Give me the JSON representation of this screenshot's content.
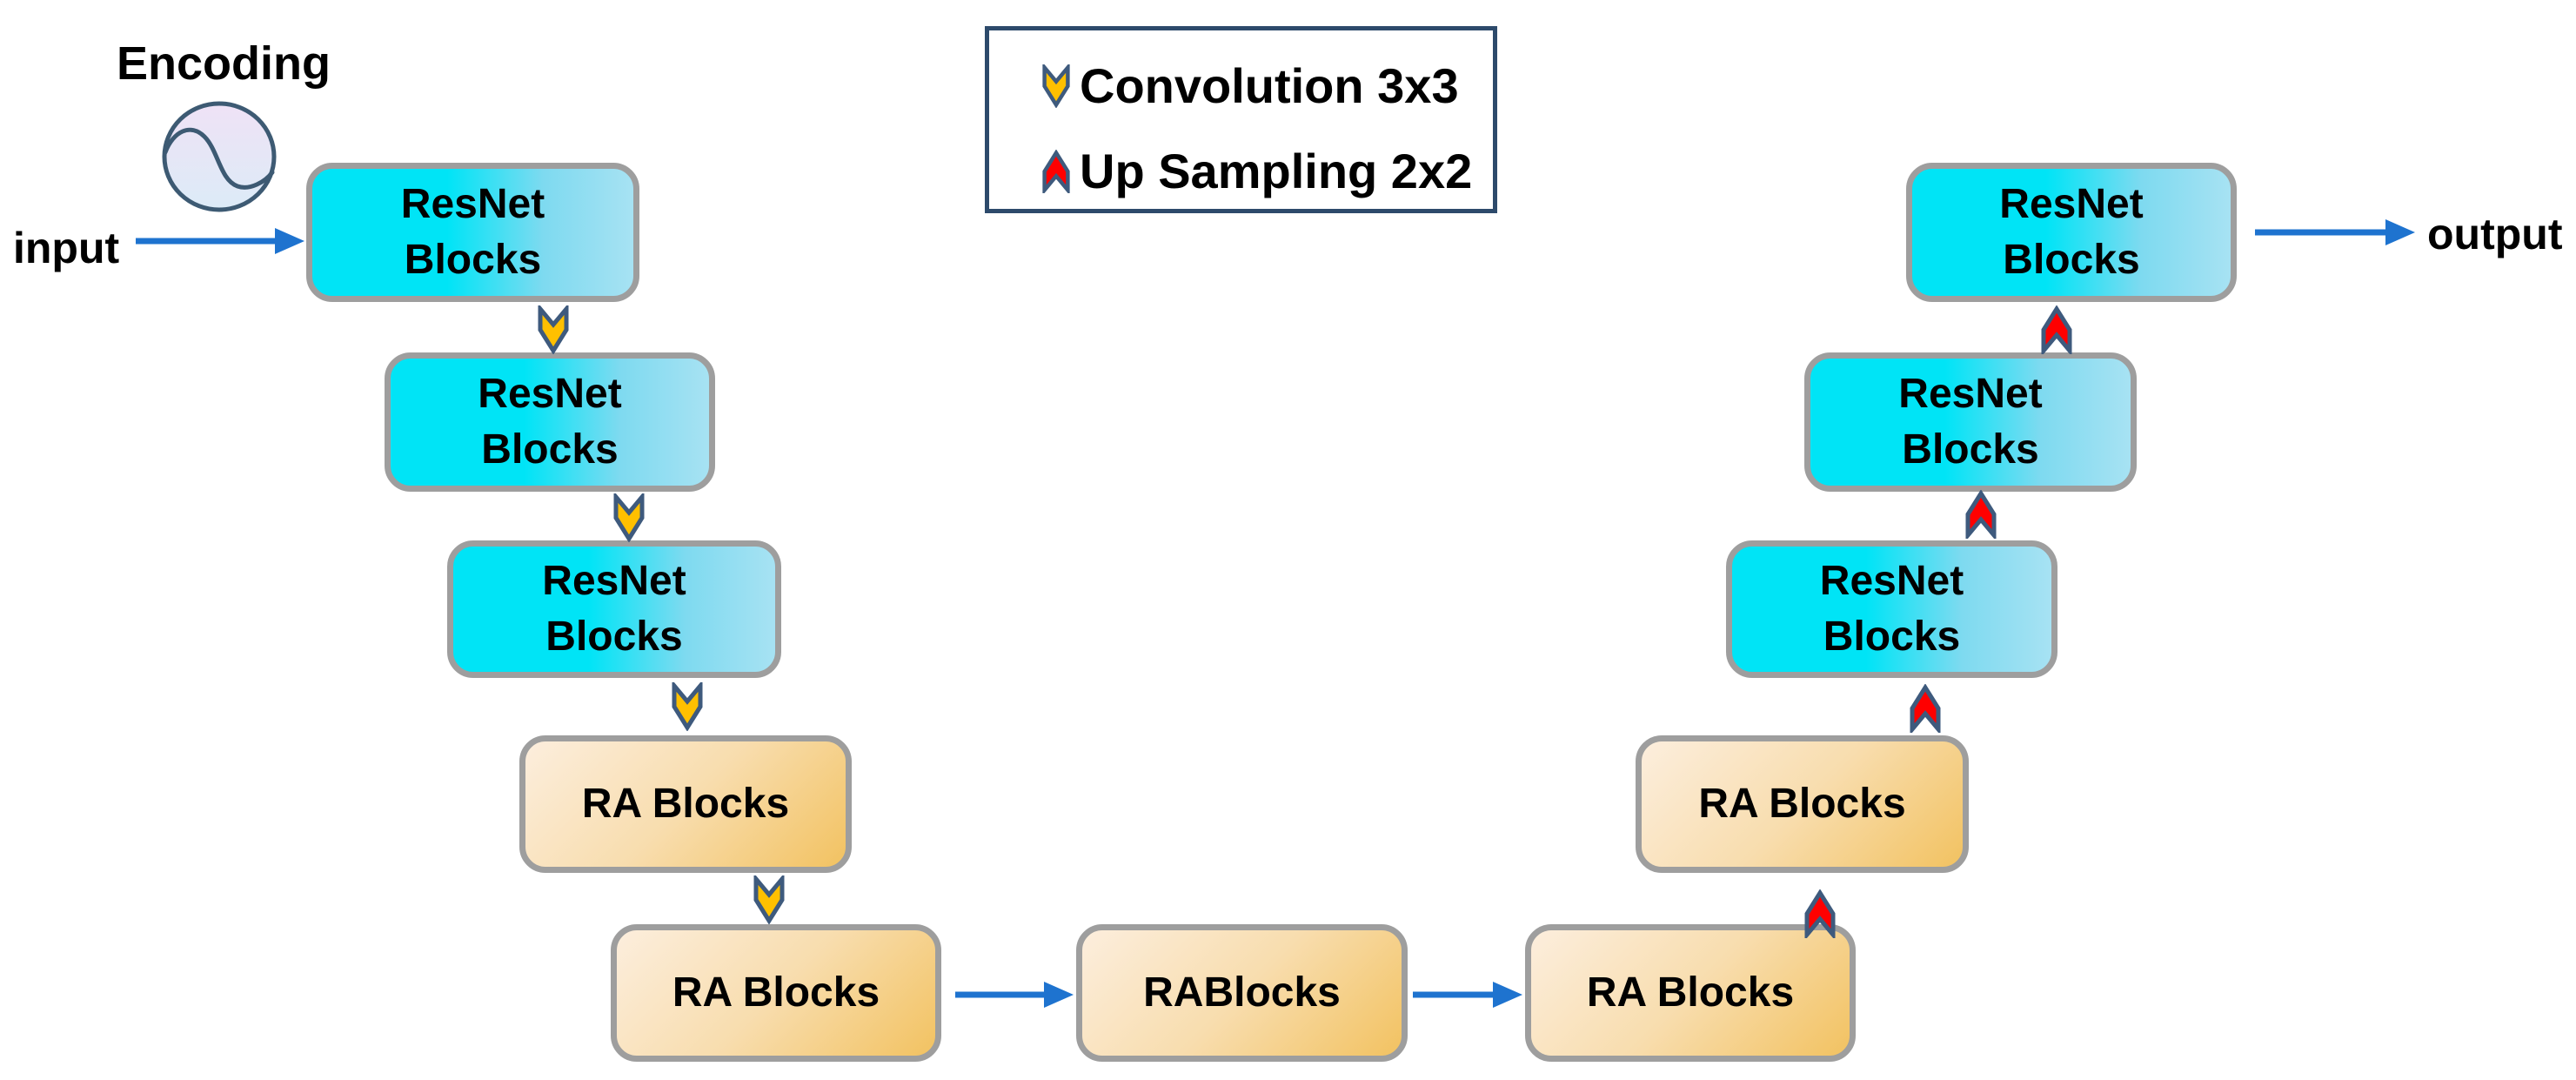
{
  "labels": {
    "encoding": "Encoding",
    "input": "input",
    "output": "output"
  },
  "legend": {
    "items": [
      {
        "icon": "convolution-down-chevron-icon",
        "label": "Convolution 3x3"
      },
      {
        "icon": "upsampling-up-chevron-icon",
        "label": "Up Sampling 2x2"
      }
    ]
  },
  "blocks": [
    {
      "id": "encoder-resnet-1",
      "lines": [
        "ResNet",
        "Blocks"
      ]
    },
    {
      "id": "encoder-resnet-2",
      "lines": [
        "ResNet",
        "Blocks"
      ]
    },
    {
      "id": "encoder-resnet-3",
      "lines": [
        "ResNet",
        "Blocks"
      ]
    },
    {
      "id": "encoder-ra-1",
      "lines": [
        "RA Blocks"
      ]
    },
    {
      "id": "bottleneck-ra-left",
      "lines": [
        "RA Blocks"
      ]
    },
    {
      "id": "bottleneck-ra-middle",
      "lines": [
        "RABlocks"
      ]
    },
    {
      "id": "bottleneck-ra-right",
      "lines": [
        "RA Blocks"
      ]
    },
    {
      "id": "decoder-ra-1",
      "lines": [
        "RA Blocks"
      ]
    },
    {
      "id": "decoder-resnet-1",
      "lines": [
        "ResNet",
        "Blocks"
      ]
    },
    {
      "id": "decoder-resnet-2",
      "lines": [
        "ResNet",
        "Blocks"
      ]
    },
    {
      "id": "decoder-resnet-3",
      "lines": [
        "ResNet",
        "Blocks"
      ]
    }
  ],
  "colors": {
    "block_cyan_start": "#00e4f6",
    "block_cyan_end": "#a7e2f3",
    "block_orange_start": "#fceedd",
    "block_orange_end": "#f2c261",
    "block_border": "#9e9e9e",
    "arrow_blue": "#1e73cf",
    "chevron_down_fill": "#ffc000",
    "chevron_up_fill": "#ff0000",
    "chevron_outline": "#3e5a7d",
    "legend_border": "#2d4a6b"
  }
}
